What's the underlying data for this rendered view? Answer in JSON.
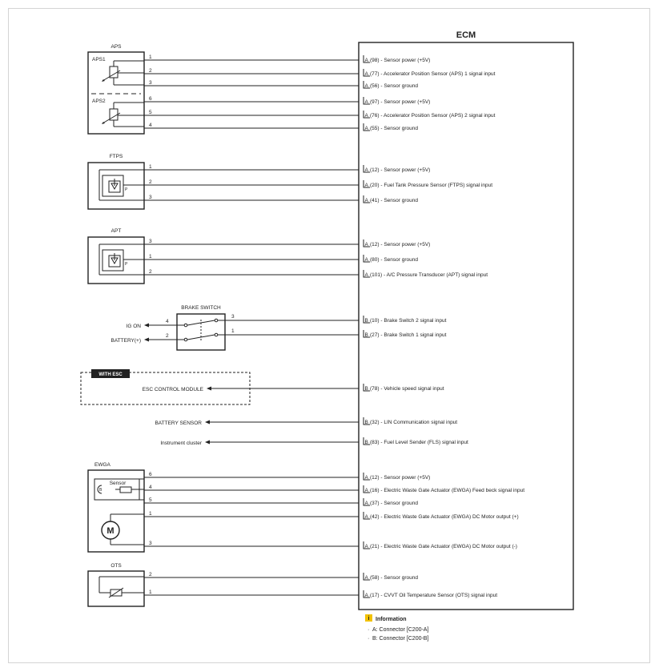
{
  "ecm_title": "ECM",
  "components": {
    "aps": {
      "label": "APS",
      "sub1": "APS1",
      "sub2": "APS2"
    },
    "ftps": {
      "label": "FTPS"
    },
    "apt": {
      "label": "APT"
    },
    "brake": {
      "label": "BRAKE SWITCH",
      "ig_on": "IG ON",
      "battery": "BATTERY(+)"
    },
    "esc": {
      "with_tag": "WITH ESC",
      "module": "ESC CONTROL MODULE"
    },
    "battery_sensor": "BATTERY SENSOR",
    "instrument_cluster": "Instrument cluster",
    "ewga": {
      "label": "EWGA",
      "sensor": "Sensor",
      "motor": "M",
      "b": "B"
    },
    "ots": {
      "label": "OTS"
    }
  },
  "ftps_p": "P",
  "apt_p": "P",
  "pins": {
    "aps": [
      "1",
      "2",
      "3",
      "6",
      "5",
      "4"
    ],
    "ftps": [
      "1",
      "2",
      "3"
    ],
    "apt": [
      "3",
      "1",
      "2"
    ],
    "brake_right": [
      "3",
      "1"
    ],
    "brake_left": [
      "4",
      "2"
    ],
    "ewga": [
      "6",
      "4",
      "5",
      "1",
      "3"
    ],
    "ots": [
      "2",
      "1"
    ]
  },
  "signals": [
    {
      "conn": "A",
      "text": "(98) - Sensor power (+5V)"
    },
    {
      "conn": "A",
      "text": "(77) - Accelerator Position Sensor (APS) 1 signal input"
    },
    {
      "conn": "A",
      "text": "(56) - Sensor ground"
    },
    {
      "conn": "A",
      "text": "(97) - Sensor power (+5V)"
    },
    {
      "conn": "A",
      "text": "(76) - Accelerator Position Sensor (APS) 2 signal input"
    },
    {
      "conn": "A",
      "text": "(55) - Sensor ground"
    },
    {
      "conn": "A",
      "text": "(12) - Sensor power (+5V)"
    },
    {
      "conn": "A",
      "text": "(20) - Fuel Tank Pressure Sensor (FTPS) signal input"
    },
    {
      "conn": "A",
      "text": "(41) - Sensor ground"
    },
    {
      "conn": "A",
      "text": "(12) - Sensor power (+5V)"
    },
    {
      "conn": "A",
      "text": "(80) - Sensor ground"
    },
    {
      "conn": "A",
      "text": "(101) - A/C Pressure Transducer (APT) signal input"
    },
    {
      "conn": "B",
      "text": "(10) - Brake Switch 2 signal input"
    },
    {
      "conn": "B",
      "text": "(27) - Brake Switch 1 signal input"
    },
    {
      "conn": "B",
      "text": "(78) - Vehicle speed signal input"
    },
    {
      "conn": "B",
      "text": "(32) - LIN Communication signal input"
    },
    {
      "conn": "B",
      "text": "(83) - Fuel Level Sender (FLS) signal input"
    },
    {
      "conn": "A",
      "text": "(12) - Sensor power (+5V)"
    },
    {
      "conn": "A",
      "text": "(16) - Electric Waste Gate Actuator (EWGA) Feed beck signal input"
    },
    {
      "conn": "A",
      "text": "(37) - Sensor ground"
    },
    {
      "conn": "A",
      "text": "(42) - Electric Waste Gate Actuator (EWGA) DC Motor output (+)"
    },
    {
      "conn": "A",
      "text": "(21) - Electric Waste Gate Actuator (EWGA) DC Motor output (-)"
    },
    {
      "conn": "A",
      "text": "(58) - Sensor ground"
    },
    {
      "conn": "A",
      "text": "(17) - CVVT Oil Temperature Sensor (OTS) signal input"
    }
  ],
  "info": {
    "icon": "i",
    "title": "Information",
    "items": [
      "A: Connector [C200-A]",
      "B: Connector [C200-B]"
    ]
  }
}
